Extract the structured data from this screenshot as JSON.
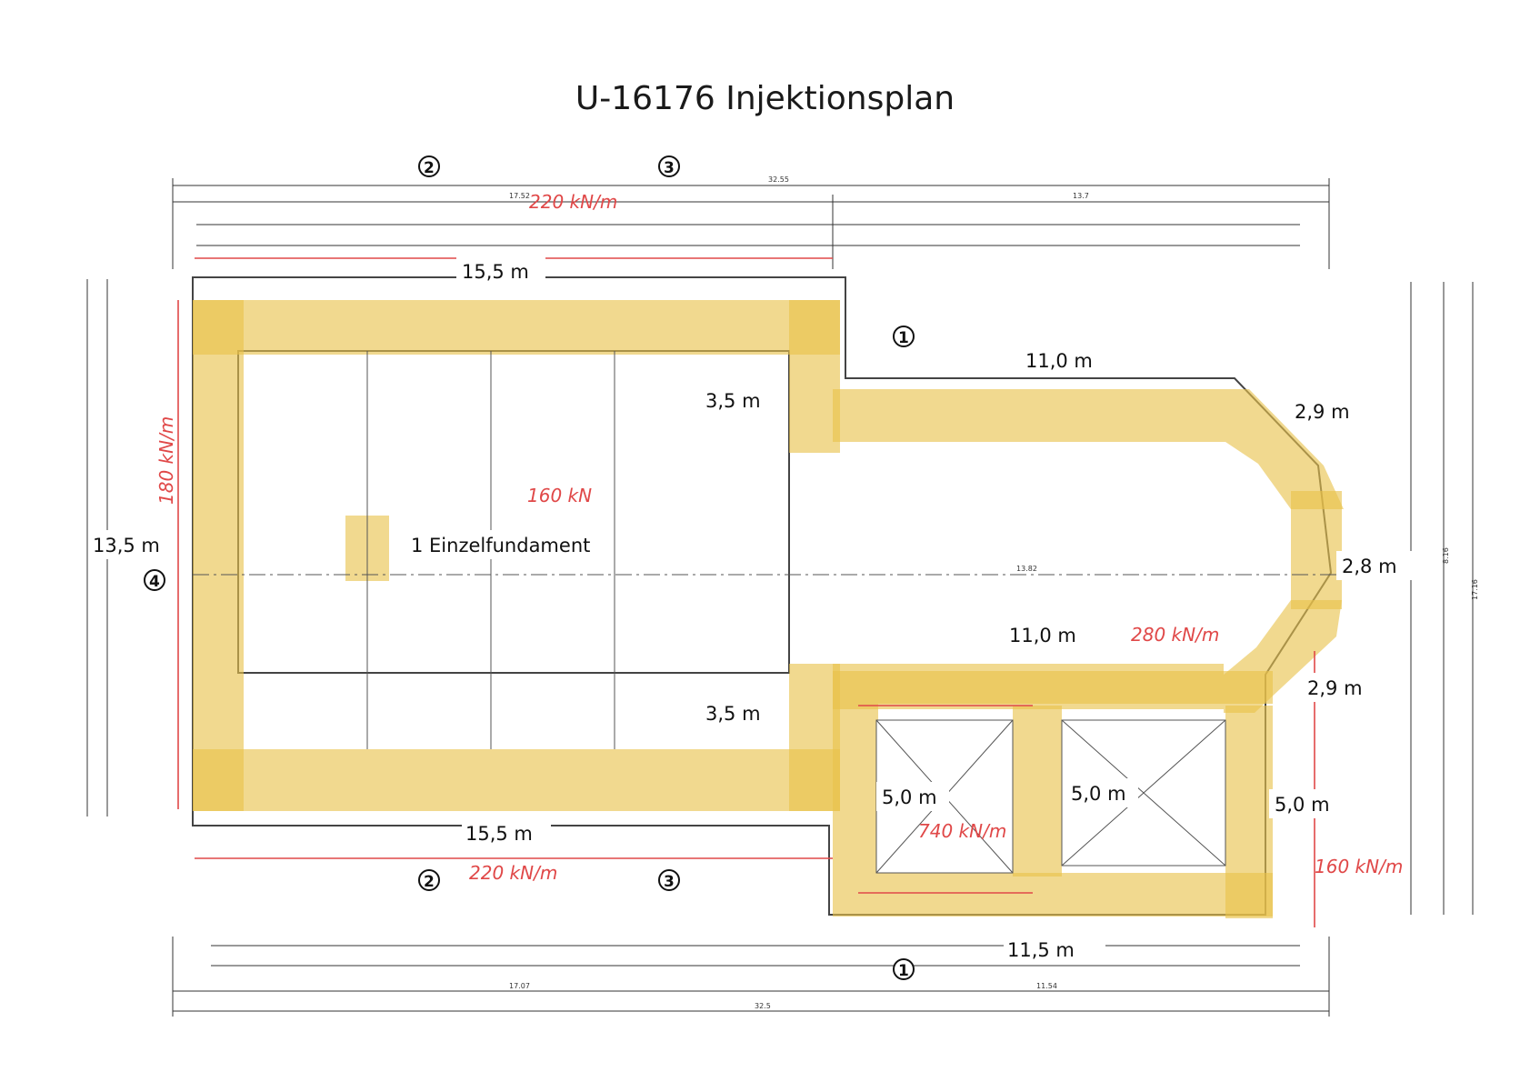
{
  "title": "U-16176 Injektionsplan",
  "colors": {
    "highlight": "#e8c24a",
    "drawing": "#333333",
    "red_annotation": "#e04848"
  },
  "labels": {
    "top_nave": "15,5 m",
    "bottom_nave": "15,5 m",
    "west_wall": "13,5 m",
    "single_foundation": "1 Einzelfundament",
    "ne_step": "3,5 m",
    "se_step": "3,5 m",
    "choir_north": "11,0 m",
    "choir_south": "11,0 m",
    "apse_upper": "2,9 m",
    "apse_middle": "2,8 m",
    "apse_lower": "2,9 m",
    "sacristy_left": "5,0 m",
    "sacristy_mid": "5,0 m",
    "sacristy_right": "5,0 m",
    "bottom_span": "11,5 m"
  },
  "red_notes": {
    "top_load": "220 kN/m",
    "bottom_load": "220 kN/m",
    "west_load": "180 kN/m",
    "center_load": "160 kN",
    "choir_load": "280 kN/m",
    "sacristy_load": "740 kN/m",
    "right_load": "160 kN/m"
  },
  "axes": {
    "a1": "1",
    "a2": "2",
    "a3": "3",
    "a4": "4"
  },
  "dims": {
    "total_top": "32.55",
    "total_bottom": "32.5",
    "left_part": "17.52",
    "right_part": "13.7",
    "bottom_left": "17.07",
    "bottom_right": "11.54",
    "right_height": "17.16",
    "center_len": "13.82",
    "right_side": "8.16"
  }
}
